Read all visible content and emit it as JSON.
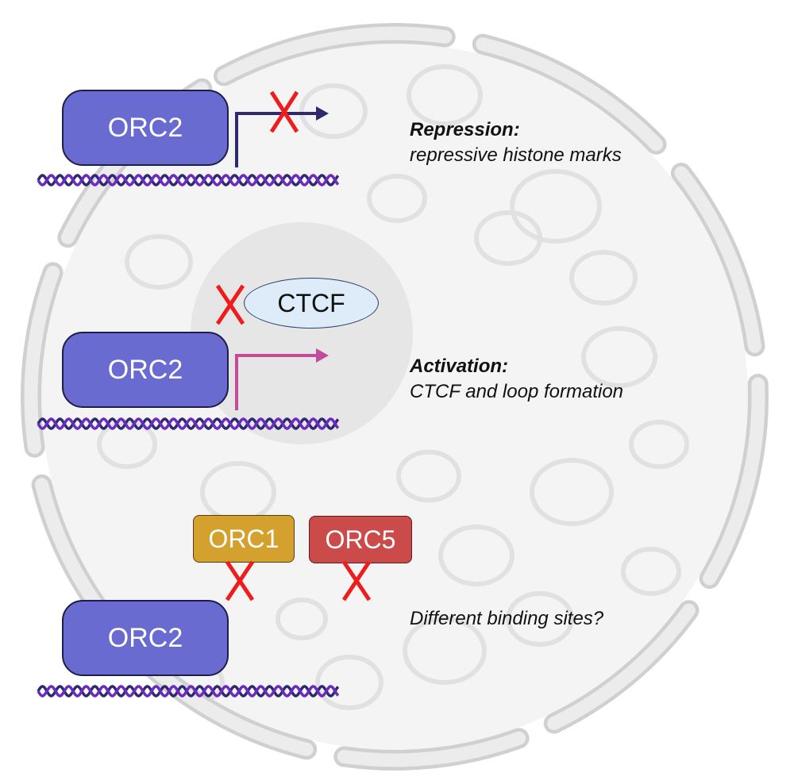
{
  "figure": {
    "colors": {
      "background": "#ffffff",
      "nucleus_fill": "#f4f4f4",
      "envelope_fill": "#ececec",
      "envelope_stroke": "#d0d0d0",
      "chromatin": "#e3e3e3",
      "nucleolus": "#e6e6e6",
      "orc2": "#6a6bd0",
      "orc1": "#d4a02e",
      "orc5": "#cb4b4b",
      "ctcf": "#deebf8",
      "dna_strand_a": "#6a2bbf",
      "dna_strand_b": "#2f2a6e",
      "repression_arrow": "#2f2a6e",
      "activation_arrow": "#c44a9a",
      "block_x": "#ee1c1c"
    },
    "panels": [
      {
        "id": "repression",
        "protein": "ORC2",
        "arrow_state": "blocked",
        "title": "Repression:",
        "description": "repressive histone marks"
      },
      {
        "id": "activation",
        "protein": "ORC2",
        "partner": "CTCF",
        "partner_state": "blocked",
        "arrow_state": "active",
        "title": "Activation:",
        "description": "CTCF and loop formation"
      },
      {
        "id": "binding",
        "protein": "ORC2",
        "others": [
          {
            "name": "ORC1",
            "state": "blocked"
          },
          {
            "name": "ORC5",
            "state": "blocked"
          }
        ],
        "title": "",
        "description": "Different binding sites?"
      }
    ],
    "icons": {
      "block_symbol": "X"
    }
  }
}
